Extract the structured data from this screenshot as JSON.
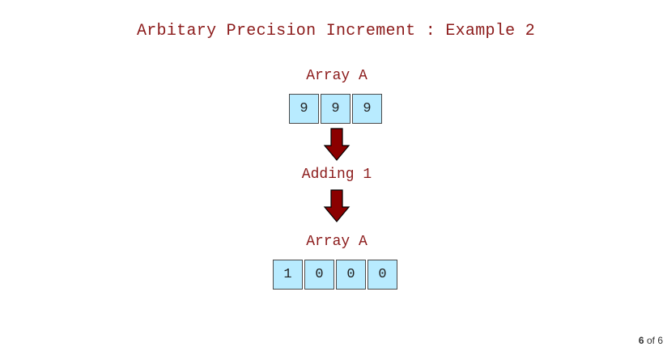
{
  "slide": {
    "title": "Arbitary Precision Increment : Example 2",
    "input_label": "Array A",
    "input_array": [
      "9",
      "9",
      "9"
    ],
    "operation_label": "Adding 1",
    "output_label": "Array A",
    "output_array": [
      "1",
      "0",
      "0",
      "0"
    ]
  },
  "colors": {
    "text_accent": "#8b1a1a",
    "cell_fill": "#b8ebff",
    "cell_border": "#4a4a4a",
    "arrow_fill": "#8b0000",
    "arrow_stroke": "#000000"
  },
  "icons": {
    "down_arrow": "down-arrow-icon"
  },
  "pager": {
    "current": "6",
    "separator": "of",
    "total": "6"
  }
}
